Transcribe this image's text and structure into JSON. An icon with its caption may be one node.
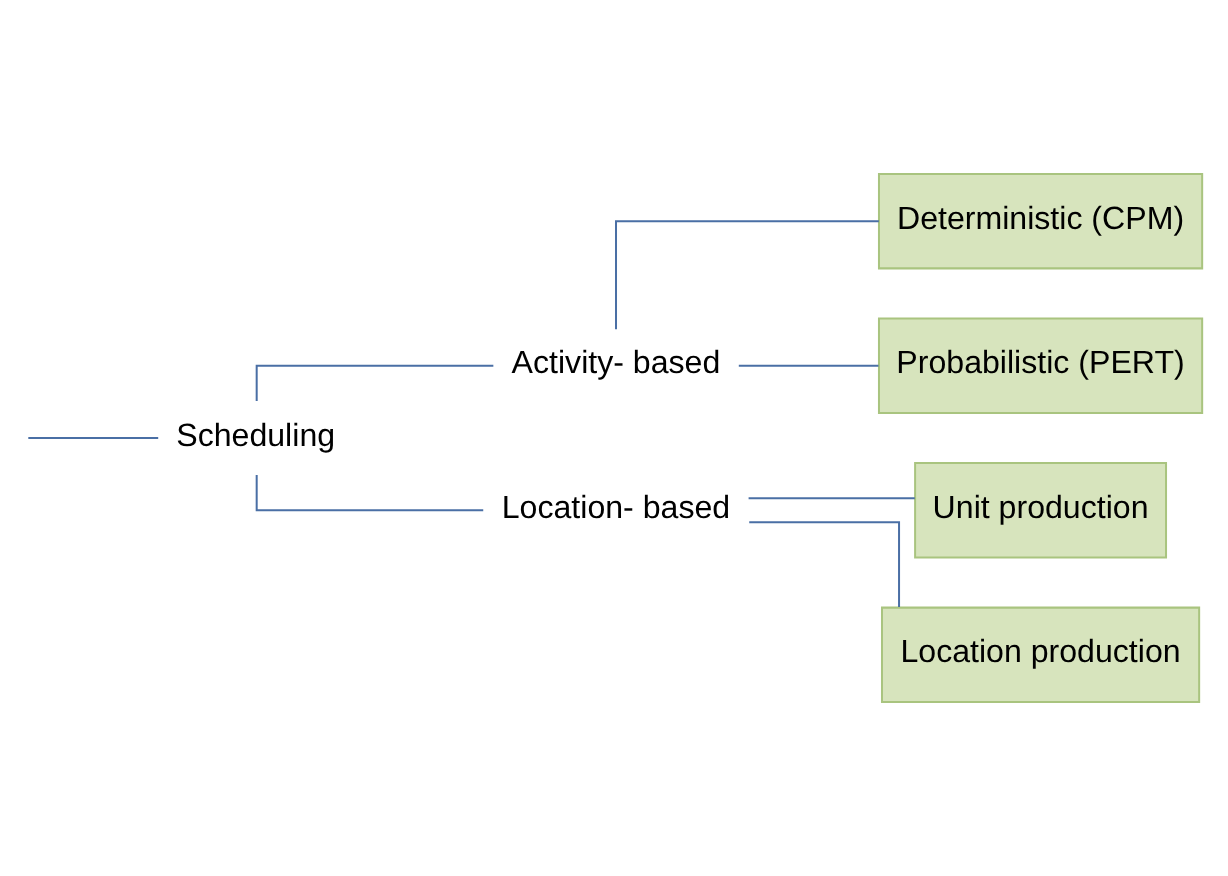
{
  "diagram": {
    "nodes": [
      {
        "text": [
          "Scheduling"
        ]
      },
      {
        "text": [
          "Activity- based"
        ]
      },
      {
        "text": [
          "Location- based"
        ]
      },
      {
        "text": [
          "Deterministic (CPM)"
        ]
      },
      {
        "text": [
          "Probabilistic (PERT)"
        ]
      },
      {
        "text": [
          "Unit production"
        ]
      },
      {
        "text": [
          "Location production"
        ]
      }
    ],
    "edges": [
      {
        "from": null,
        "to": 0,
        "arrow": "none"
      },
      {
        "from": 0,
        "to": 1,
        "arrow": "none"
      },
      {
        "from": 0,
        "to": 2,
        "arrow": "none"
      },
      {
        "from": 1,
        "to": 3,
        "arrow": "none"
      },
      {
        "from": 1,
        "to": 4,
        "arrow": "none"
      },
      {
        "from": 2,
        "to": 5,
        "arrow": "none"
      },
      {
        "from": 2,
        "to": 6,
        "arrow": "none"
      }
    ]
  }
}
